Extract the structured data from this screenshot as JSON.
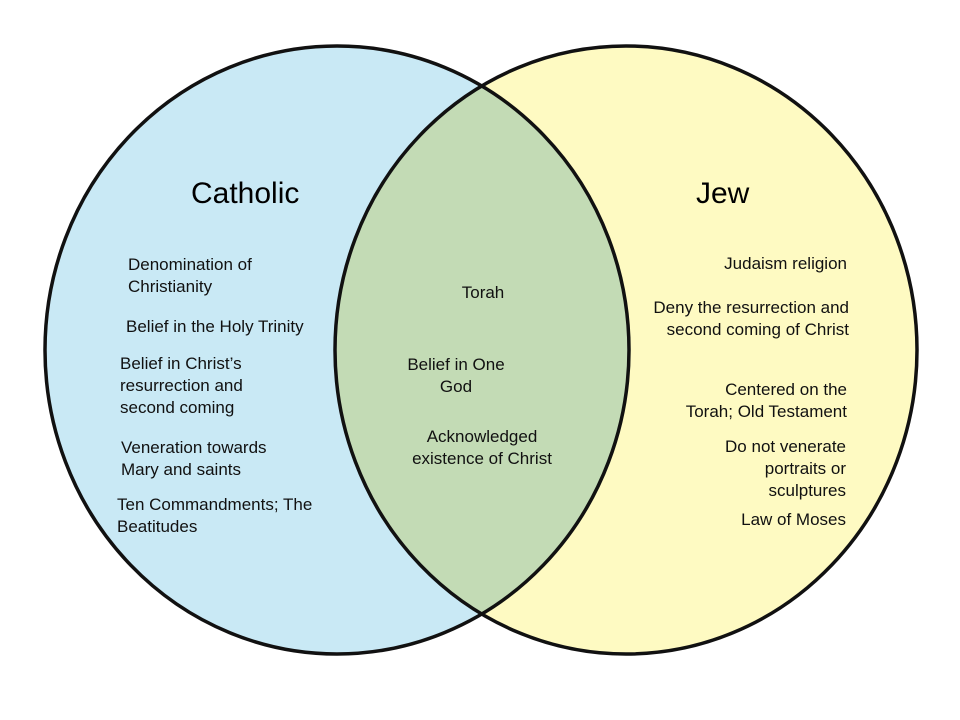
{
  "diagram": {
    "type": "venn",
    "colors": {
      "left_fill": "#c9e9f5",
      "right_fill": "#fefac2",
      "overlap_fill": "#c3dbb5",
      "stroke": "#111111"
    },
    "left": {
      "title": "Catholic",
      "items": [
        "Denomination of\nChristianity",
        "Belief in the Holy Trinity",
        "Belief in Christ’s\nresurrection and\nsecond coming",
        "Veneration towards\nMary and saints",
        "Ten Commandments; The\nBeatitudes"
      ]
    },
    "right": {
      "title": "Jew",
      "items": [
        "Judaism religion",
        "Deny the resurrection and\nsecond coming of Christ",
        "Centered on the\nTorah; Old Testament",
        "Do not venerate\nportraits or\nsculptures",
        "Law of Moses"
      ]
    },
    "overlap": {
      "items": [
        "Torah",
        "Belief in One\nGod",
        "Acknowledged\nexistence of Christ"
      ]
    }
  }
}
